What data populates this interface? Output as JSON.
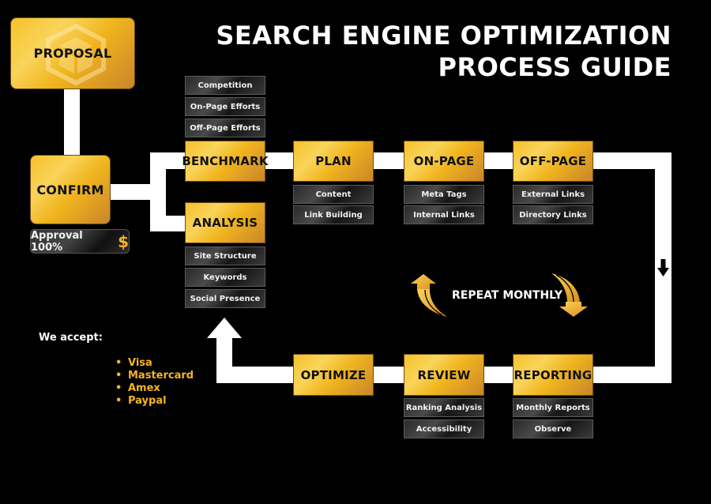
{
  "title": {
    "line1": "SEARCH ENGINE OPTIMIZATION",
    "line2": "PROCESS GUIDE"
  },
  "colors": {
    "background": "#000000",
    "accent_yellow": "#f5b324",
    "connector": "#ffffff"
  },
  "stages": {
    "proposal": {
      "label": "PROPOSAL",
      "icon": "cube-icon"
    },
    "confirm": {
      "label": "CONFIRM"
    },
    "approval": {
      "label": "Approval 100%",
      "symbol": "$"
    },
    "benchmark": {
      "label": "BENCHMARK",
      "items": [
        "Competition",
        "On-Page Efforts",
        "Off-Page Efforts"
      ]
    },
    "analysis": {
      "label": "ANALYSIS",
      "items": [
        "Site Structure",
        "Keywords",
        "Social Presence"
      ]
    },
    "plan": {
      "label": "PLAN",
      "items": [
        "Content",
        "Link Building"
      ]
    },
    "on_page": {
      "label": "ON-PAGE",
      "items": [
        "Meta Tags",
        "Internal Links"
      ]
    },
    "off_page": {
      "label": "OFF-PAGE",
      "items": [
        "External Links",
        "Directory Links"
      ]
    },
    "reporting": {
      "label": "REPORTING",
      "items": [
        "Monthly Reports",
        "Observe"
      ]
    },
    "review": {
      "label": "REVIEW",
      "items": [
        "Ranking Analysis",
        "Accessibility"
      ]
    },
    "optimize": {
      "label": "OPTIMIZE"
    }
  },
  "cycle": {
    "label": "REPEAT MONTHLY"
  },
  "payments": {
    "heading": "We accept:",
    "methods": [
      "Visa",
      "Mastercard",
      "Amex",
      "Paypal"
    ]
  }
}
